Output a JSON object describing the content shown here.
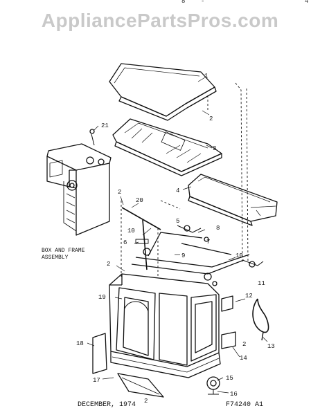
{
  "watermark": "AppliancePartsPros.com",
  "header_fragments": [
    "8",
    "-",
    "4"
  ],
  "callouts": [
    "1",
    "2",
    "3",
    "4",
    "5",
    "6",
    "7",
    "8",
    "9",
    "10",
    "11",
    "12",
    "13",
    "14",
    "15",
    "16",
    "17",
    "18",
    "19",
    "20",
    "21"
  ],
  "assembly_label": [
    "BOX AND FRAME",
    "ASSEMBLY"
  ],
  "footer": {
    "date": "DECEMBER, 1974",
    "code": "F74240 A1"
  }
}
